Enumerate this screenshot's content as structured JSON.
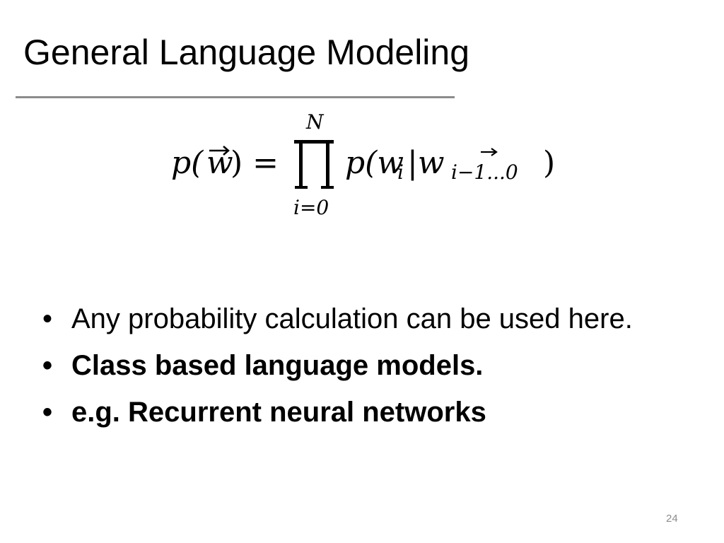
{
  "slide": {
    "title": "General Language Modeling",
    "formula": {
      "lhs": "p(",
      "lhs_var": "w",
      "lhs_close": ") =",
      "prod_upper": "N",
      "prod_lower": "i=0",
      "rhs_open": "p(w",
      "rhs_sub_i": "i",
      "rhs_bar_w": "|w",
      "rhs_sub": "i−1...0",
      "rhs_close": ")"
    },
    "bullet_glyph": "•",
    "bullets": [
      {
        "text": "Any probability calculation can be used here.",
        "bold": false
      },
      {
        "text": "Class based language models.",
        "bold": true
      },
      {
        "text": "e.g. Recurrent neural networks",
        "bold": true
      }
    ],
    "page_number": "24"
  },
  "colors": {
    "background": "#ffffff",
    "text": "#000000",
    "rule": "#8c8c8c",
    "page_number": "#8c8c8c"
  }
}
